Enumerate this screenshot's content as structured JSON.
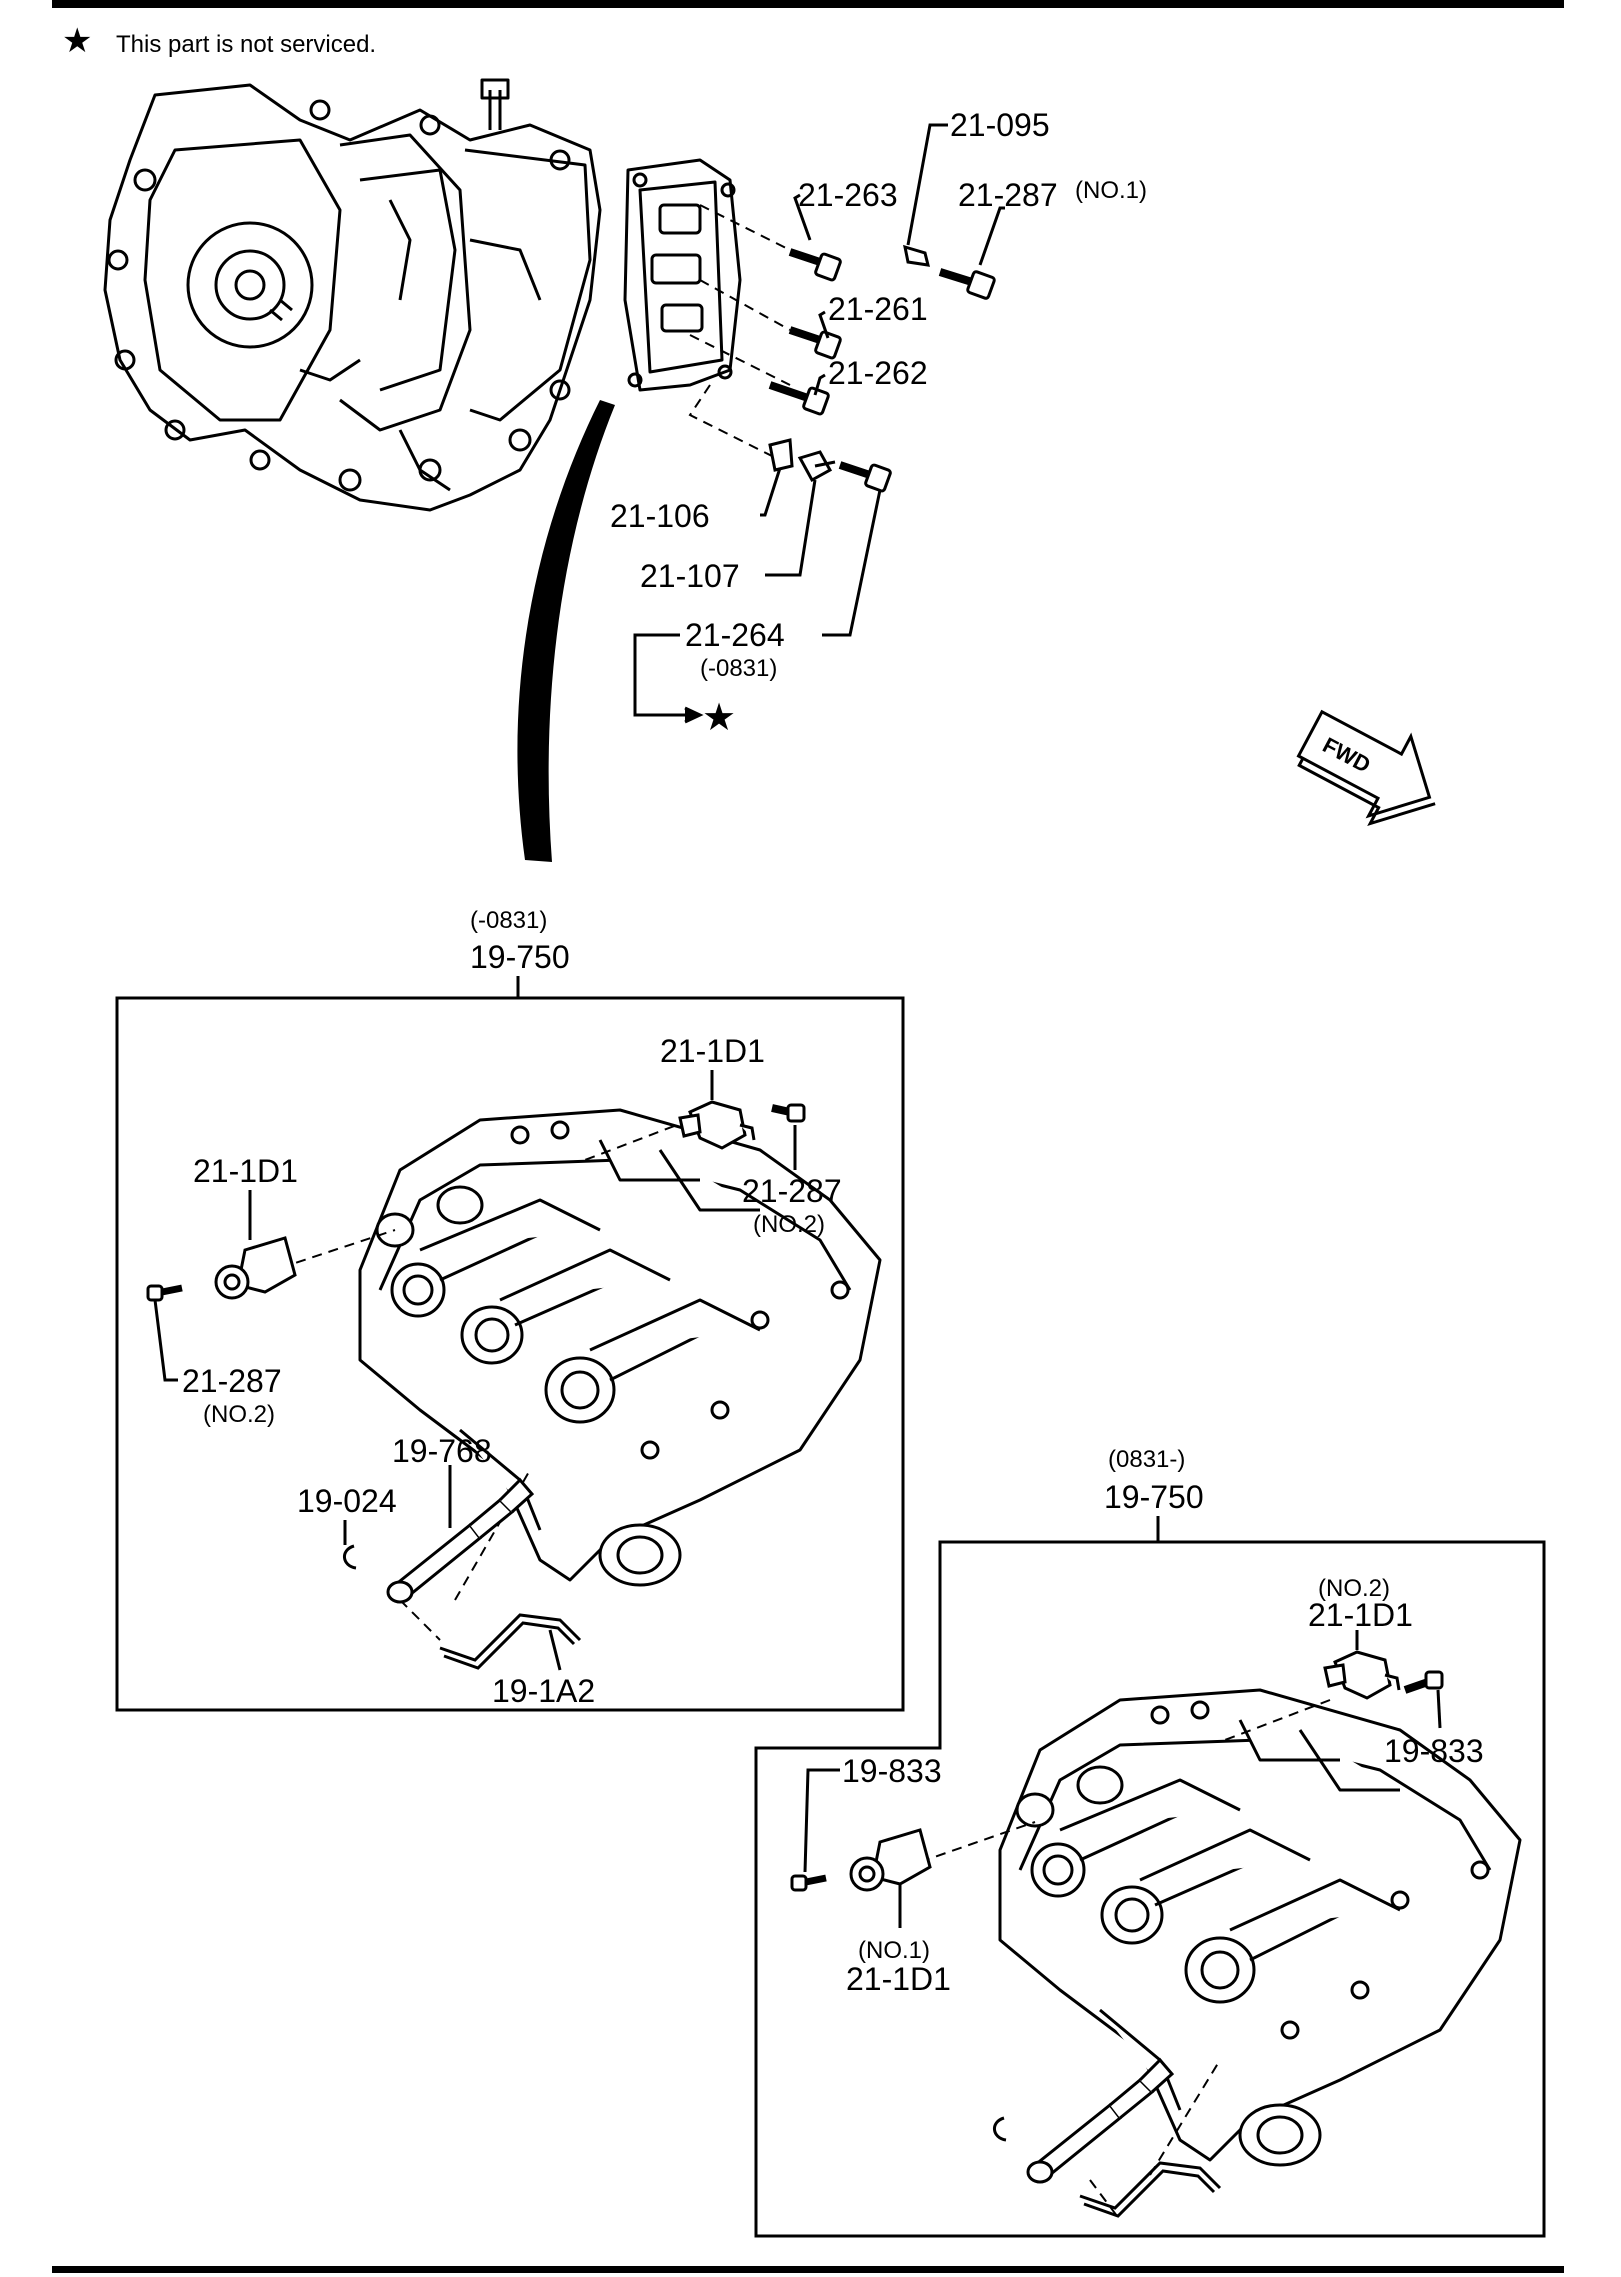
{
  "note": {
    "symbol": "★",
    "text": "This part is not serviced."
  },
  "callouts": {
    "c21_095": "21-095",
    "c21_263": "21-263",
    "c21_287_no1": "21-287",
    "no1_suffix": "(NO.1)",
    "c21_261": "21-261",
    "c21_262": "21-262",
    "c21_106": "21-106",
    "c21_107": "21-107",
    "c21_264": "21-264",
    "c21_264_range": "(-0831)",
    "not_serviced_star": "★"
  },
  "fwd_label": "FWD",
  "box_early": {
    "range": "(-0831)",
    "part": "19-750",
    "labels": {
      "sol_top": "21-1D1",
      "sol_left": "21-1D1",
      "bolt_right": "21-287",
      "bolt_right_sub": "(NO.2)",
      "bolt_left": "21-287",
      "bolt_left_sub": "(NO.2)",
      "pin": "19-768",
      "clip": "19-024",
      "rod": "19-1A2"
    }
  },
  "box_late": {
    "range": "(0831-)",
    "part": "19-750",
    "labels": {
      "sol_right_sub": "(NO.2)",
      "sol_right": "21-1D1",
      "bolt_right": "19-833",
      "bolt_left": "19-833",
      "sol_left_sub": "(NO.1)",
      "sol_left": "21-1D1"
    }
  },
  "colors": {
    "line": "#000000",
    "background": "#ffffff"
  }
}
